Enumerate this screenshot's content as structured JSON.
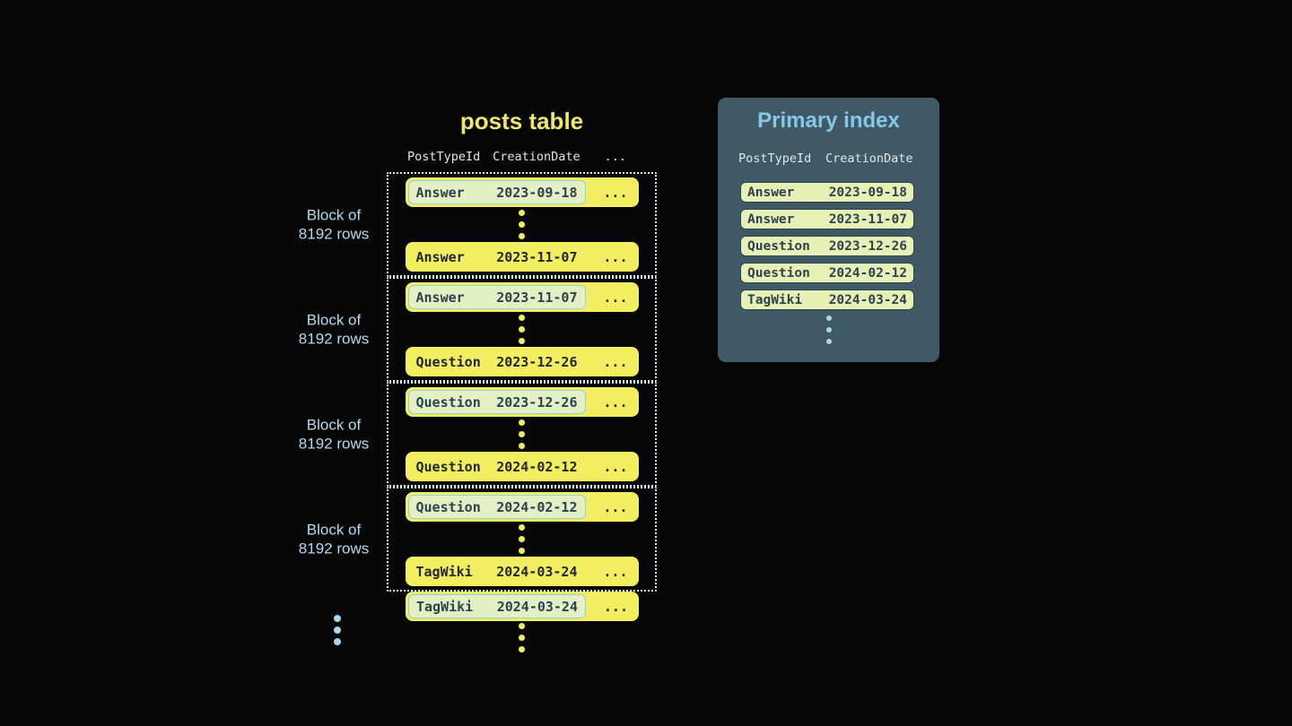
{
  "colors": {
    "bg": "#060606",
    "yellow": "#f2ee60",
    "title-yellow": "#efe96b",
    "chip-bg": "#e3f0c3",
    "chip-border": "#8fd0e9",
    "index-chip-bg": "#e7f1b6",
    "index-chip-border": "#2d4450",
    "panel-bg": "#3f5a66",
    "panel-title": "#86c7e8",
    "label-blue": "#aedcf0",
    "header-text": "#e2e7ea",
    "dark-text": "#23282d",
    "chip-text": "#2d4250",
    "dotted-border": "#d6edf6",
    "blue-dot": "#a5d8ee"
  },
  "posts_table": {
    "title": "posts table",
    "headers": {
      "post_type_id": "PostTypeId",
      "creation_date": "CreationDate",
      "ellipsis": "..."
    },
    "block_label": {
      "line1": "Block of",
      "line2": "8192 rows"
    },
    "row_ellipsis": "...",
    "blocks": [
      {
        "first_row": {
          "post_type": "Answer",
          "creation_date": "2023-09-18"
        },
        "last_row": {
          "post_type": "Answer",
          "creation_date": "2023-11-07"
        }
      },
      {
        "first_row": {
          "post_type": "Answer",
          "creation_date": "2023-11-07"
        },
        "last_row": {
          "post_type": "Question",
          "creation_date": "2023-12-26"
        }
      },
      {
        "first_row": {
          "post_type": "Question",
          "creation_date": "2023-12-26"
        },
        "last_row": {
          "post_type": "Question",
          "creation_date": "2024-02-12"
        }
      },
      {
        "first_row": {
          "post_type": "Question",
          "creation_date": "2024-02-12"
        },
        "last_row": {
          "post_type": "TagWiki",
          "creation_date": "2024-03-24"
        }
      }
    ],
    "trailing_row": {
      "post_type": "TagWiki",
      "creation_date": "2024-03-24"
    }
  },
  "primary_index": {
    "title": "Primary index",
    "headers": {
      "post_type_id": "PostTypeId",
      "creation_date": "CreationDate"
    },
    "entries": [
      {
        "post_type": "Answer",
        "creation_date": "2023-09-18"
      },
      {
        "post_type": "Answer",
        "creation_date": "2023-11-07"
      },
      {
        "post_type": "Question",
        "creation_date": "2023-12-26"
      },
      {
        "post_type": "Question",
        "creation_date": "2024-02-12"
      },
      {
        "post_type": "TagWiki",
        "creation_date": "2024-03-24"
      }
    ]
  }
}
